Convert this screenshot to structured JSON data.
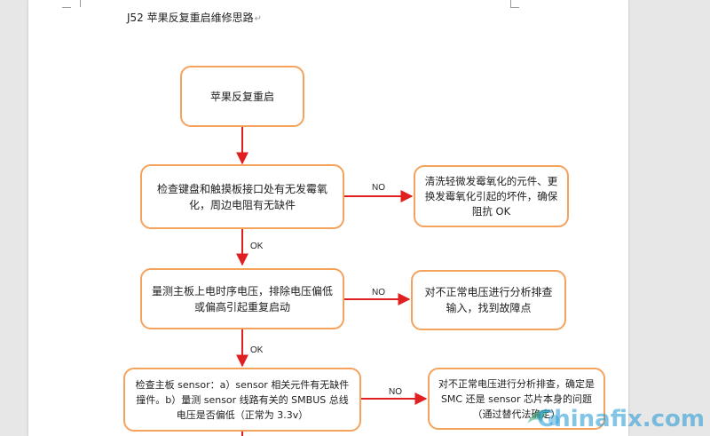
{
  "document": {
    "title": "J52 苹果反复重启维修思路",
    "para_mark": "↵"
  },
  "flow": {
    "start": "苹果反复重启",
    "step1": "检查键盘和触摸板接口处有无发霉氧化，周边电阻有无缺件",
    "step1_no": "清洗轻微发霉氧化的元件、更换发霉氧化引起的坏件，确保阻抗 OK",
    "step2": "量测主板上电时序电压，排除电压偏低或偏高引起重复启动",
    "step2_no": "对不正常电压进行分析排查输入，找到故障点",
    "step3": "检查主板 sensor：a）sensor 相关元件有无缺件撞件。b）量测 sensor 线路有关的 SMBUS 总线电压是否偏低（正常为 3.3v）",
    "step3_no": "对不正常电压进行分析排查，确定是 SMC 还是 sensor 芯片本身的问题（通过替代法确定）"
  },
  "labels": {
    "no": "NO",
    "ok": "OK"
  },
  "watermark": {
    "text": "Chinafix.com"
  },
  "colors": {
    "box_border": "#f5a25d",
    "arrow": "#e02020"
  }
}
